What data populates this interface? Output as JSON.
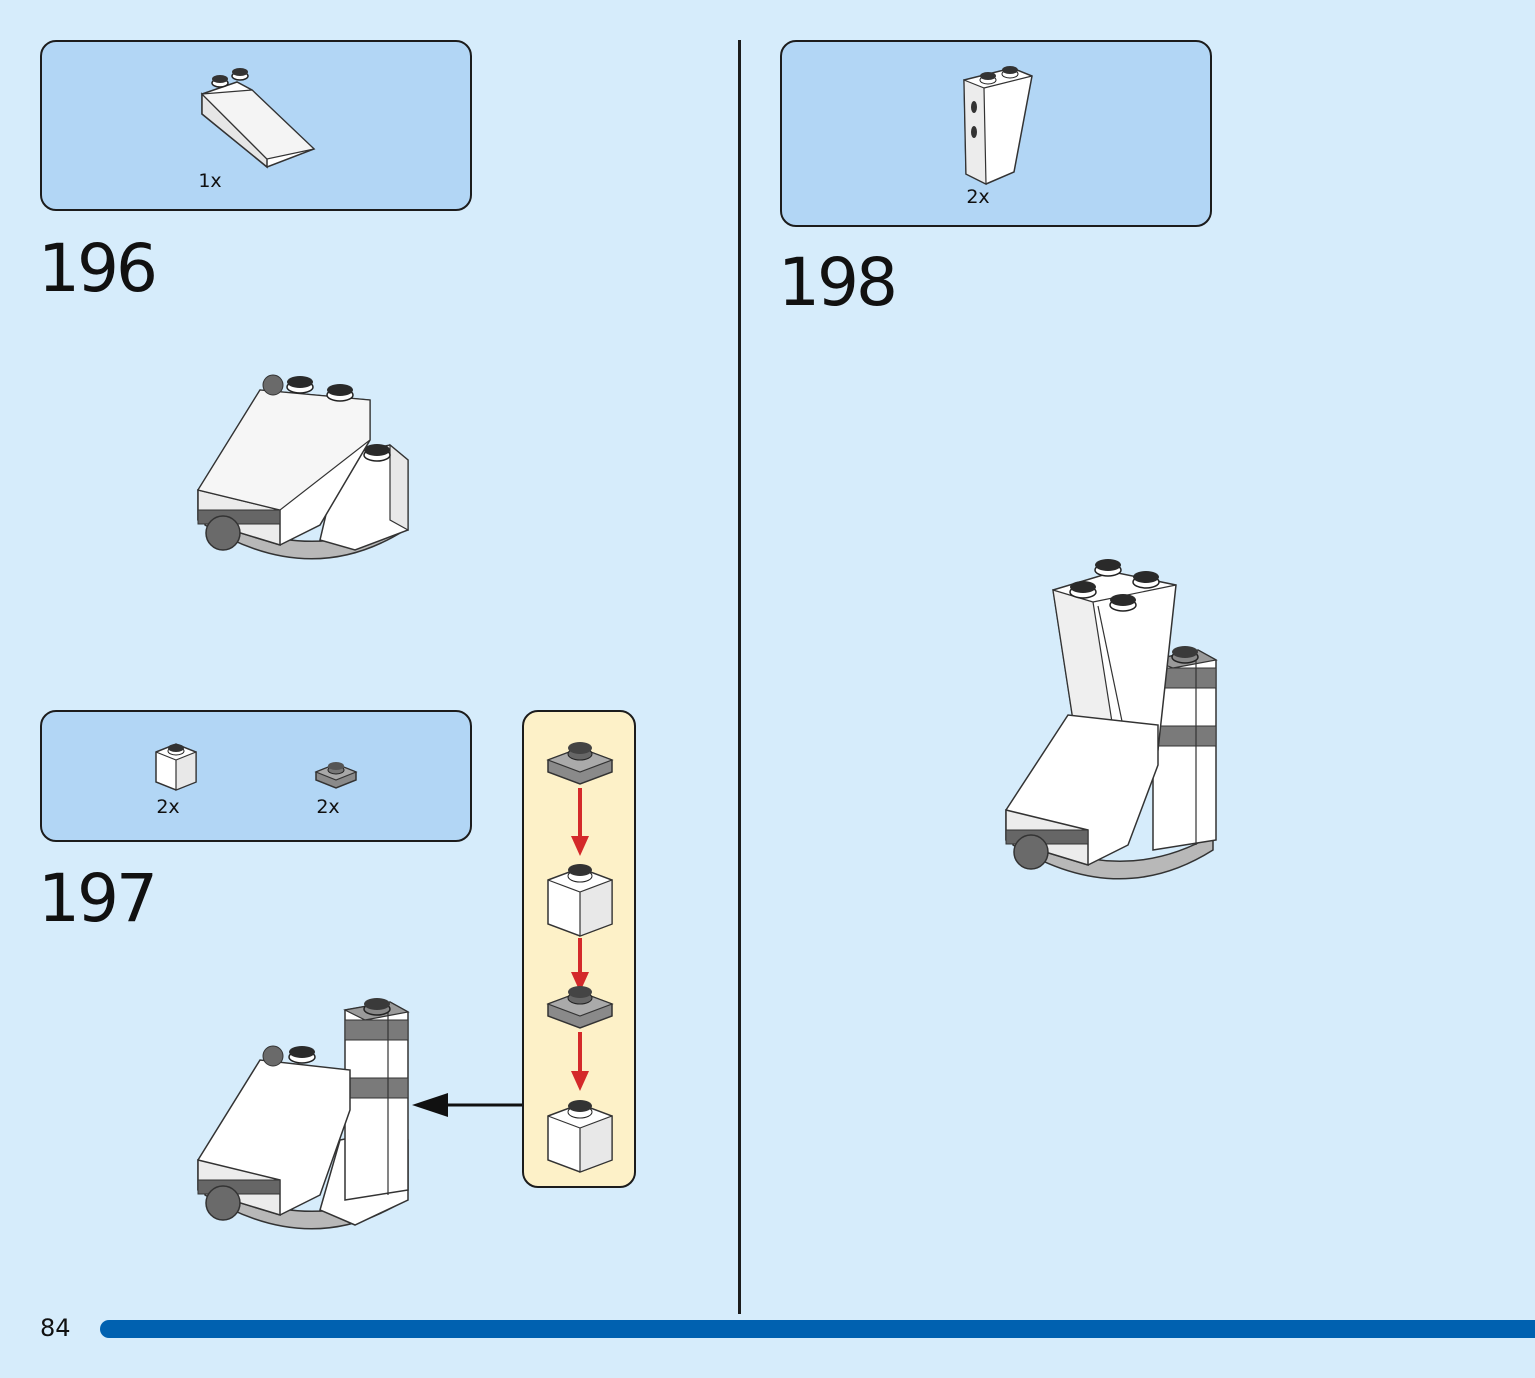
{
  "page": {
    "number": "84",
    "progress_percent": 100,
    "accent_color": "#0061b0"
  },
  "steps": [
    {
      "number": "196",
      "parts": [
        {
          "quantity": "1x",
          "icon": "slope-brick-icon"
        }
      ]
    },
    {
      "number": "197",
      "parts": [
        {
          "quantity": "2x",
          "icon": "white-brick-1x1-icon"
        },
        {
          "quantity": "2x",
          "icon": "gray-plate-1x1-icon"
        }
      ]
    },
    {
      "number": "198",
      "parts": [
        {
          "quantity": "2x",
          "icon": "inverted-slope-brick-icon"
        }
      ]
    }
  ],
  "colors": {
    "background": "#d6ecfb",
    "parts_box": "#b2d6f5",
    "callout": "#fdf1c8",
    "arrow_red": "#d42a2a"
  }
}
